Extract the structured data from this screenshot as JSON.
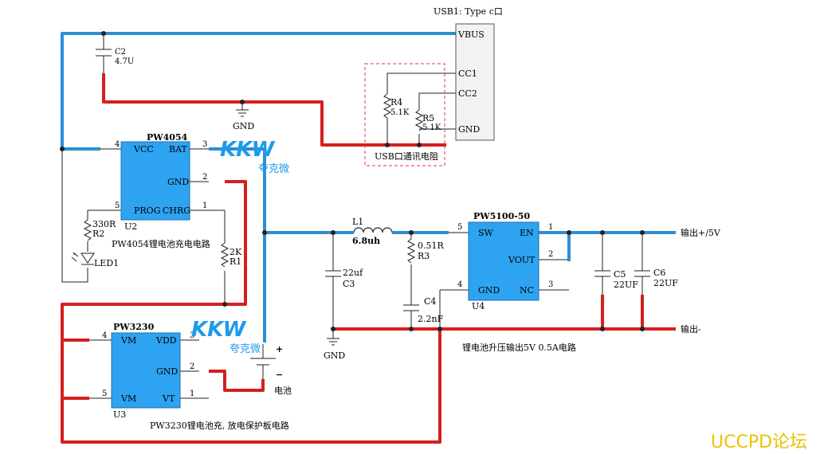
{
  "colors": {
    "ic_fill": "#2ea3f2",
    "blue_wire": "#2b8fd6",
    "red_wire": "#d41f1f",
    "watermark": "#1e9be8",
    "forum": "#e9c400",
    "dashed": "#e53935"
  },
  "usb": {
    "title": "USB1: Type c口",
    "pins": [
      "VBUS",
      "CC1",
      "CC2",
      "GND"
    ],
    "box_label": "USB口通讯电阻"
  },
  "u2": {
    "part": "PW4054",
    "ref": "U2",
    "pins_left": [
      "VCC",
      "PROG"
    ],
    "pins_right": [
      "BAT",
      "GND",
      "CHRG"
    ],
    "pin_nums": [
      "4",
      "5",
      "3",
      "2",
      "1"
    ],
    "caption": "PW4054锂电池充电电路"
  },
  "u3": {
    "part": "PW3230",
    "ref": "U3",
    "pins_left": [
      "VM",
      "VM"
    ],
    "pins_right": [
      "VDD",
      "GND",
      "VT"
    ],
    "pin_nums": [
      "4",
      "5",
      "3",
      "2",
      "1"
    ],
    "caption": "PW3230锂电池充, 放电保护板电路"
  },
  "u4": {
    "part": "PW5100-50",
    "ref": "U4",
    "pins_left": [
      "SW",
      "GND"
    ],
    "pins_right": [
      "EN",
      "VOUT",
      "NC"
    ],
    "pin_nums": [
      "5",
      "4",
      "1",
      "2",
      "3"
    ],
    "caption": "锂电池升压输出5V 0.5A电路"
  },
  "components": {
    "c2": {
      "ref": "C2",
      "value": "4.7U"
    },
    "r4": {
      "ref": "R4",
      "value": "5.1K"
    },
    "r5": {
      "ref": "R5",
      "value": "5.1K"
    },
    "r2": {
      "ref": "R2",
      "value": "330R"
    },
    "led1": {
      "ref": "LED1"
    },
    "r1": {
      "ref": "R1",
      "value": "2K"
    },
    "l1": {
      "ref": "L1",
      "value": "6.8uh"
    },
    "r3": {
      "ref": "R3",
      "value": "0.51R"
    },
    "c3": {
      "ref": "C3",
      "value": "22uf"
    },
    "c4": {
      "ref": "C4",
      "value": "2.2nF"
    },
    "c5": {
      "ref": "C5",
      "value": "22UF"
    },
    "c6": {
      "ref": "C6",
      "value": "22UF"
    }
  },
  "labels": {
    "gnd1": "GND",
    "gnd2": "GND",
    "battery": "电池",
    "batt_plus": "+",
    "batt_minus": "−",
    "out_pos": "输出+/5V",
    "out_neg": "输出-"
  },
  "watermark": {
    "logo": "KKW",
    "sub": "夸克微"
  },
  "forum": "UCCPD论坛"
}
